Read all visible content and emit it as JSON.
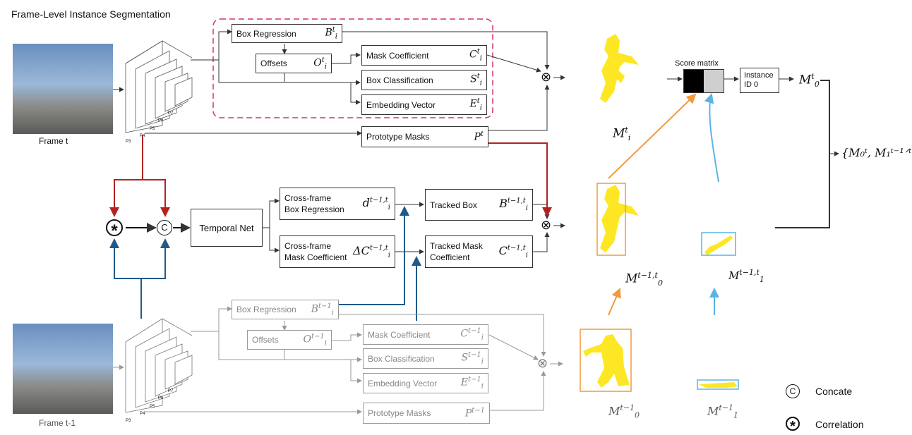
{
  "top_panel": {
    "title": "Frame-Level Instance Segmentation"
  },
  "frames": {
    "t": "Frame t",
    "t1": "Frame t-1"
  },
  "heads_t": {
    "box_regression": {
      "label": "Box Regression",
      "sym": "B",
      "sup": "t",
      "sub": "i"
    },
    "offsets": {
      "label": "Offsets",
      "sym": "O",
      "sup": "t",
      "sub": "i"
    },
    "mask_coef": {
      "label": "Mask Coefficient",
      "sym": "C",
      "sup": "t",
      "sub": "i"
    },
    "box_class": {
      "label": "Box Classification",
      "sym": "S",
      "sup": "t",
      "sub": "i"
    },
    "embedding": {
      "label": "Embedding Vector",
      "sym": "E",
      "sup": "t",
      "sub": "i"
    },
    "prototype": {
      "label": "Prototype Masks",
      "sym": "P",
      "sup": "t",
      "sub": ""
    }
  },
  "heads_t1": {
    "box_regression": {
      "label": "Box Regression",
      "sym": "B",
      "sup": "t−1",
      "sub": "i"
    },
    "offsets": {
      "label": "Offsets",
      "sym": "O",
      "sup": "t−1",
      "sub": "i"
    },
    "mask_coef": {
      "label": "Mask Coefficient",
      "sym": "C",
      "sup": "t−1",
      "sub": "i"
    },
    "box_class": {
      "label": "Box Classification",
      "sym": "S",
      "sup": "t−1",
      "sub": "i"
    },
    "embedding": {
      "label": "Embedding Vector",
      "sym": "E",
      "sup": "t−1",
      "sub": "i"
    },
    "prototype": {
      "label": "Prototype Masks",
      "sym": "P",
      "sup": "t−1",
      "sub": ""
    }
  },
  "middle": {
    "temporal_net": "Temporal Net",
    "cf_box_line1": "Cross-frame",
    "cf_box_line2": "Box Regression",
    "cf_box_sym": "d",
    "cf_box_sup": "t−1,t",
    "cf_box_sub": "i",
    "cf_mask_line1": "Cross-frame",
    "cf_mask_line2": "Mask Coefficient",
    "cf_mask_sym": "ΔC",
    "cf_mask_sup": "t−1,t",
    "cf_mask_sub": "i",
    "tracked_box": "Tracked Box",
    "tracked_box_sym": "B",
    "tracked_box_sup": "t−1,t",
    "tracked_box_sub": "i",
    "tracked_mask_line1": "Tracked Mask",
    "tracked_mask_line2": "Coefficient",
    "tracked_mask_sym": "C",
    "tracked_mask_sup": "t−1,t",
    "tracked_mask_sub": "i"
  },
  "score_matrix": "Score matrix",
  "instance": {
    "line1": "Instance",
    "line2": "ID 0"
  },
  "outputs": {
    "m0t": {
      "sym": "M",
      "sup": "t",
      "sub": "0"
    },
    "mit": {
      "sym": "M",
      "sup": "t",
      "sub": "i"
    },
    "m0_tr": {
      "sym": "M",
      "sup": "t−1,t",
      "sub": "0"
    },
    "m1_tr": {
      "sym": "M",
      "sup": "t−1,t",
      "sub": "1"
    },
    "m0_prev": {
      "sym": "M",
      "sup": "t−1",
      "sub": "0"
    },
    "m1_prev": {
      "sym": "M",
      "sup": "t−1",
      "sub": "1"
    },
    "final": "{M₀ᵗ, M₁ᵗ⁻¹ᐟᵗ}"
  },
  "legend": {
    "concat_symbol": "C",
    "concat": "Concate",
    "corr_symbol": "*",
    "corr": "Correlation"
  },
  "operators": {
    "multiply": "⊗"
  },
  "fpn_labels": [
    "P3",
    "P4",
    "P5",
    "P6",
    "P7"
  ],
  "colors": {
    "panel_blue": "#dcedf8",
    "panel_tan": "#f3efd9",
    "mask_bg": "#440d54",
    "mask_fg": "#fde724",
    "orange": "#f29a3b",
    "cyan": "#5ab4e6",
    "red": "#b22222",
    "navy": "#1f5a8a",
    "magenta": "#d6336c"
  }
}
